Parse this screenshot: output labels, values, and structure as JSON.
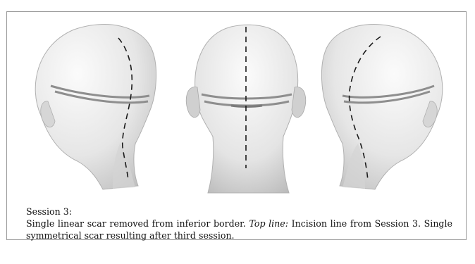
{
  "caption": {
    "title": "Session 3:",
    "text_1": "Single linear scar removed from inferior border.",
    "emphasis": "Top line:",
    "text_2": "Incision line from Session 3. Single symmetrical scar resulting after third session."
  },
  "colors": {
    "skin_light": "#f2f2f2",
    "skin_shade": "#bdbdbd",
    "scar_band": "#8e8e8e",
    "incision": "#1a1a1a"
  },
  "figure": {
    "views": [
      "left-oblique-back-view",
      "posterior-view",
      "right-oblique-back-view"
    ]
  }
}
